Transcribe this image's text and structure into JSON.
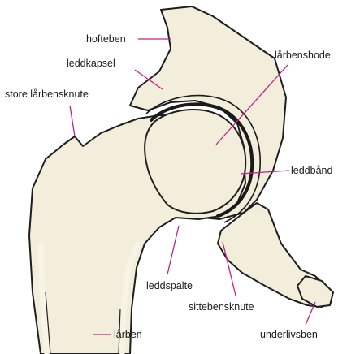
{
  "labels": {
    "hofteben": "hofteben",
    "leddkapsel": "leddkapsel",
    "store_lårbensknute": "store lårbensknute",
    "lårbenshode": "lårbenshode",
    "leddbånd": "leddbånd",
    "leddspalte": "leddspalte",
    "sittebensknute": "sittebensknute",
    "lårben": "lårben",
    "underlivsben": "underlivsben"
  },
  "colors": {
    "bone_fill": "#f2eedb",
    "outline": "#1e1e1e",
    "leader_lines": "#c2208a"
  }
}
